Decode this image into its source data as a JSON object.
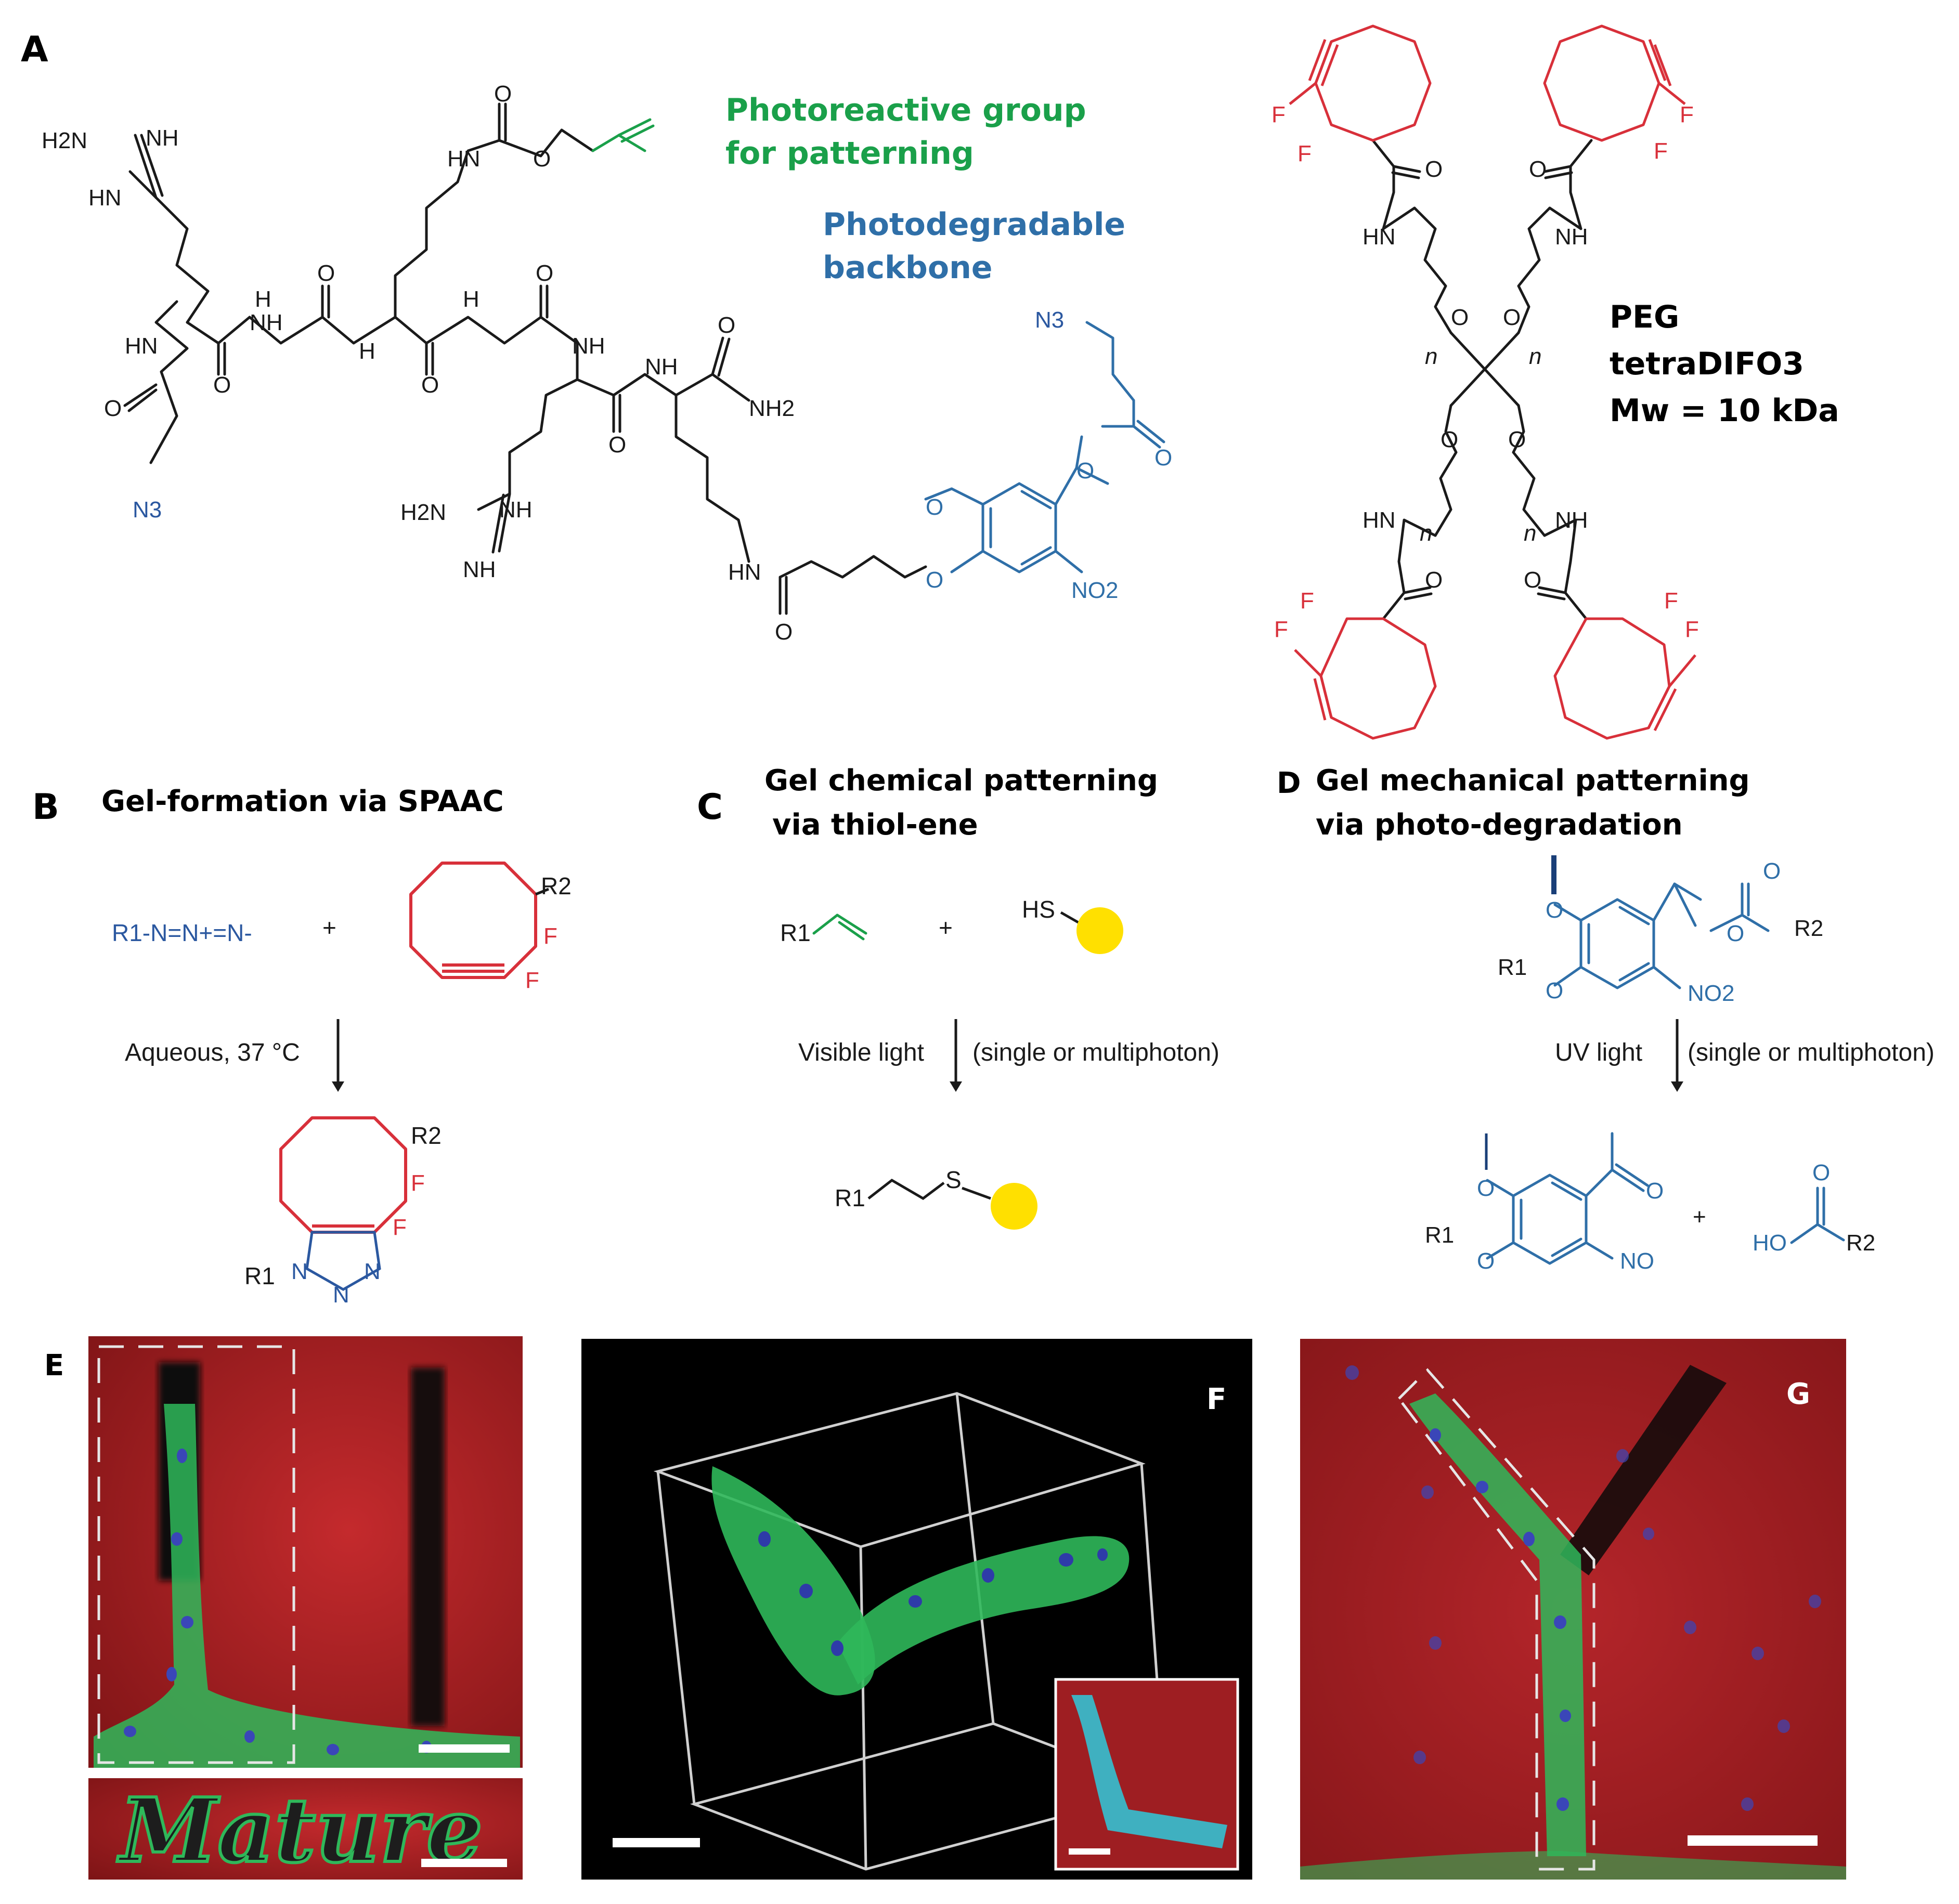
{
  "panel_letters": {
    "a": "A",
    "b": "B",
    "c": "C",
    "d": "D",
    "e": "E",
    "f": "F",
    "g": "G"
  },
  "panel_a": {
    "photoreactive": [
      "Photoreactive group",
      "for patterning"
    ],
    "photodegradable": [
      "Photodegradable",
      "backbone"
    ],
    "peg": [
      "PEG",
      "tetraDIFO3",
      "Mw = 10 kDa"
    ],
    "atoms": {
      "h2n": "H2N",
      "nh": "NH",
      "hn": "HN",
      "h": "H",
      "o": "O",
      "n3": "N3",
      "nh2": "NH2",
      "no2": "NO2",
      "f": "F",
      "n": "n"
    }
  },
  "panel_b": {
    "title": "Gel-formation via SPAAC",
    "azide": "R1-N=N+=N-",
    "plus": "+",
    "condition": "Aqueous, 37 °C",
    "r1": "R1",
    "r2": "R2",
    "f": "F",
    "n": "N"
  },
  "panel_c": {
    "title": [
      "Gel chemical patterning",
      "via thiol-ene"
    ],
    "r1": "R1",
    "hs": "HS",
    "plus": "+",
    "s": "S",
    "light": "Visible light",
    "mode": "(single or multiphoton)"
  },
  "panel_d": {
    "title": [
      "Gel mechanical patterning",
      "via photo-degradation"
    ],
    "r1": "R1",
    "r2": "R2",
    "o": "O",
    "no2": "NO2",
    "no": "NO",
    "ho": "HO",
    "plus": "+",
    "light": "UV light",
    "mode": "(single or multiphoton)"
  },
  "panel_e": {
    "caption": "Mature"
  },
  "colors": {
    "green": "#1aa04a",
    "blue": "#2f6fa8",
    "red": "#d8303a",
    "azure": "#2b58a0",
    "black": "#1a1a1a",
    "gel_red": "#a81c22",
    "cell_green": "#2fb85a",
    "nucleus": "#3a46b8",
    "yellow": "#ffe000"
  }
}
